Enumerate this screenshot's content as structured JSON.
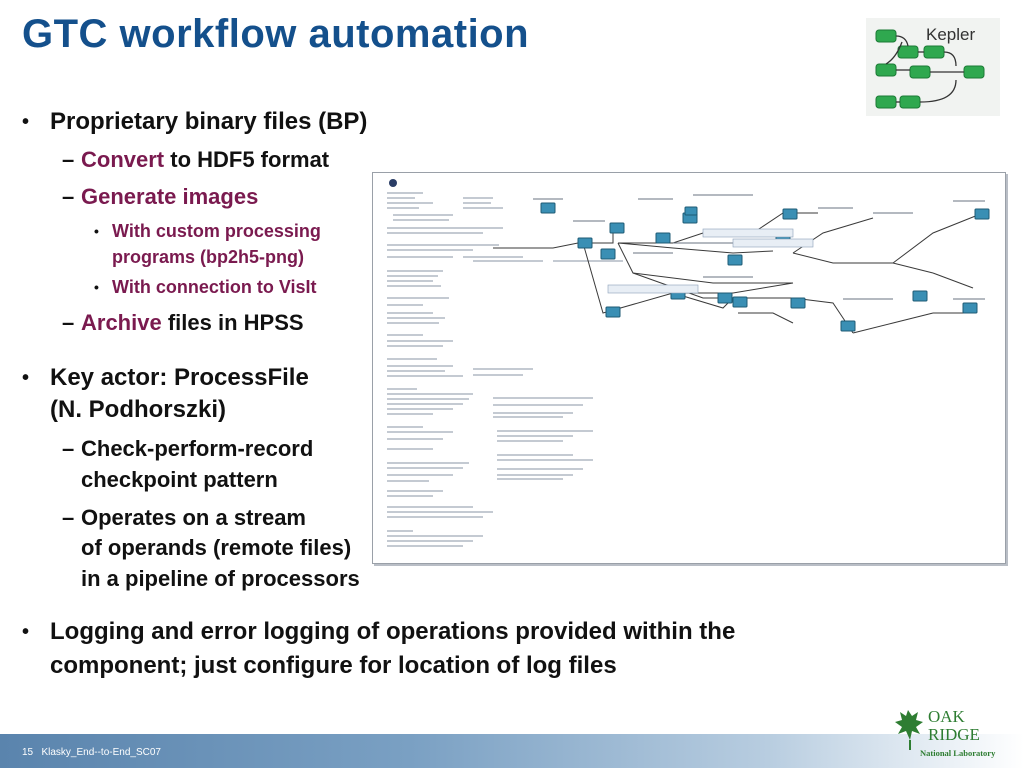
{
  "title": "GTC workflow automation",
  "logo_kepler": {
    "text": "Kepler",
    "icon": "kepler-workflow-logo"
  },
  "bullets": {
    "b1": "Proprietary binary files (BP)",
    "b1_convert_accent": "Convert",
    "b1_convert_rest": " to HDF5 format",
    "b1_generate": "Generate images",
    "b1_custom_line1": "With custom processing",
    "b1_custom_line2": "programs (bp2h5-png)",
    "b1_visit": "With connection to VisIt",
    "b1_archive_accent": "Archive",
    "b1_archive_rest": " files in HPSS",
    "b2_line1": "Key actor:  ProcessFile",
    "b2_line2": "(N. Podhorszki)",
    "b2_check_line1": "Check-perform-record",
    "b2_check_line2": "checkpoint pattern",
    "b2_ops_line1": "Operates on a stream",
    "b2_ops_line2": "of operands (remote files)",
    "b2_ops_line3": "in a pipeline of processors",
    "b3_line1": "Logging and error logging of operations provided within the",
    "b3_line2": "component; just configure for location of log files"
  },
  "screenshot": {
    "icon": "kepler-workflow-screenshot"
  },
  "footer": {
    "page": "15",
    "label": "Klasky_End--to-End_SC07"
  },
  "logo_ornl": {
    "line1": "OAK",
    "line2": "RIDGE",
    "line3": "National Laboratory",
    "icon": "oak-leaf-icon"
  },
  "colors": {
    "title": "#14508c",
    "accent": "#7a1a4f",
    "node_green": "#2fa84f",
    "screenshot_node": "#3a8fb4"
  }
}
